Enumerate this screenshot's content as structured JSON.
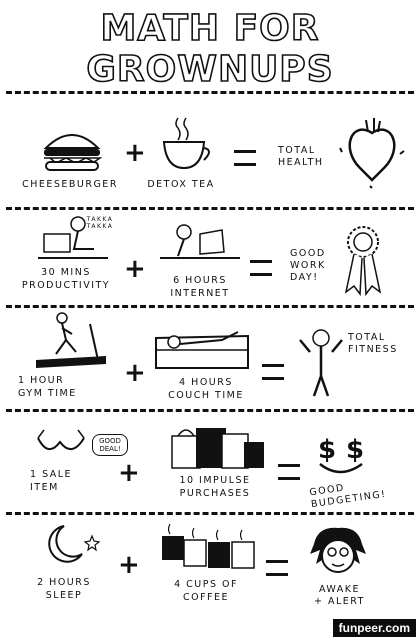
{
  "title": "MATH FOR GROWNUPS",
  "rows": [
    {
      "a": "CHEESEBURGER",
      "b": "DETOX TEA",
      "op": "+",
      "result": "TOTAL\nHEALTH"
    },
    {
      "a": "30 MINS\nPRODUCTIVITY",
      "a_sfx": "TAKKA\nTAKKA",
      "b": "6 HOURS\nINTERNET",
      "op": "+",
      "result": "GOOD\nWORK\nDAY!"
    },
    {
      "a": "1 HOUR\nGYM TIME",
      "b": "4 HOURS\nCOUCH TIME",
      "op": "+",
      "result": "TOTAL\nFITNESS"
    },
    {
      "a": "1 SALE\nITEM",
      "a_bubble": "GOOD\nDEAL!",
      "b": "10 IMPULSE\nPURCHASES",
      "op": "+",
      "result": "GOOD\nBUDGETING!"
    },
    {
      "a": "2 HOURS\nSLEEP",
      "b": "4 CUPS OF\nCOFFEE",
      "op": "+",
      "result": "AWAKE\n+ ALERT"
    }
  ],
  "watermark": "funpeer.com"
}
